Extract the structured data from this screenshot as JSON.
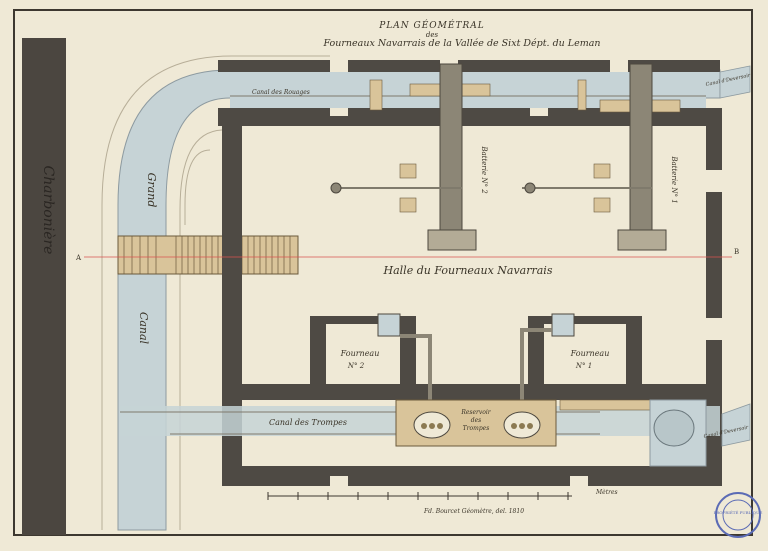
{
  "title": {
    "line1": "PLAN GÉOMÉTRAL",
    "line2": "des",
    "line3": "Fourneaux Navarrais de la Vallée de Sixt Dépt. du Leman"
  },
  "labels": {
    "charbonniere": "Charbonière",
    "grand": "Grand",
    "canal": "Canal",
    "canal_des_rouages": "Canal des Rouages",
    "canal_deversoir_top": "Canal d'Deversoir",
    "batterie_2": "Batterie N° 2",
    "batterie_1": "Batterie N° 1",
    "section_a": "A",
    "section_b": "B",
    "halle": "Halle du Fourneaux Navarrais",
    "fourneau_2_name": "Fourneau",
    "fourneau_2_num": "N° 2",
    "fourneau_1_name": "Fourneau",
    "fourneau_1_num": "N° 1",
    "canal_des_trompes": "Canal des Trompes",
    "reservoir_line1": "Reservoir",
    "reservoir_line2": "des",
    "reservoir_line3": "Trompes",
    "canal_deversoir_bottom": "Canal d'Deversoir",
    "scale_label": "Mètres",
    "signature": "Fd. Bourcet Géomètre, del. 1810",
    "stamp_text": "PROPRIÉTÉ PUBLIQUE"
  },
  "colors": {
    "paper": "#efe9d6",
    "wall": "#4e4a44",
    "water": "#c6d3d6",
    "wood": "#d9c49a",
    "shaft": "#8c8676",
    "section_line": "#d9534f",
    "stamp": "#5b6bb5"
  }
}
